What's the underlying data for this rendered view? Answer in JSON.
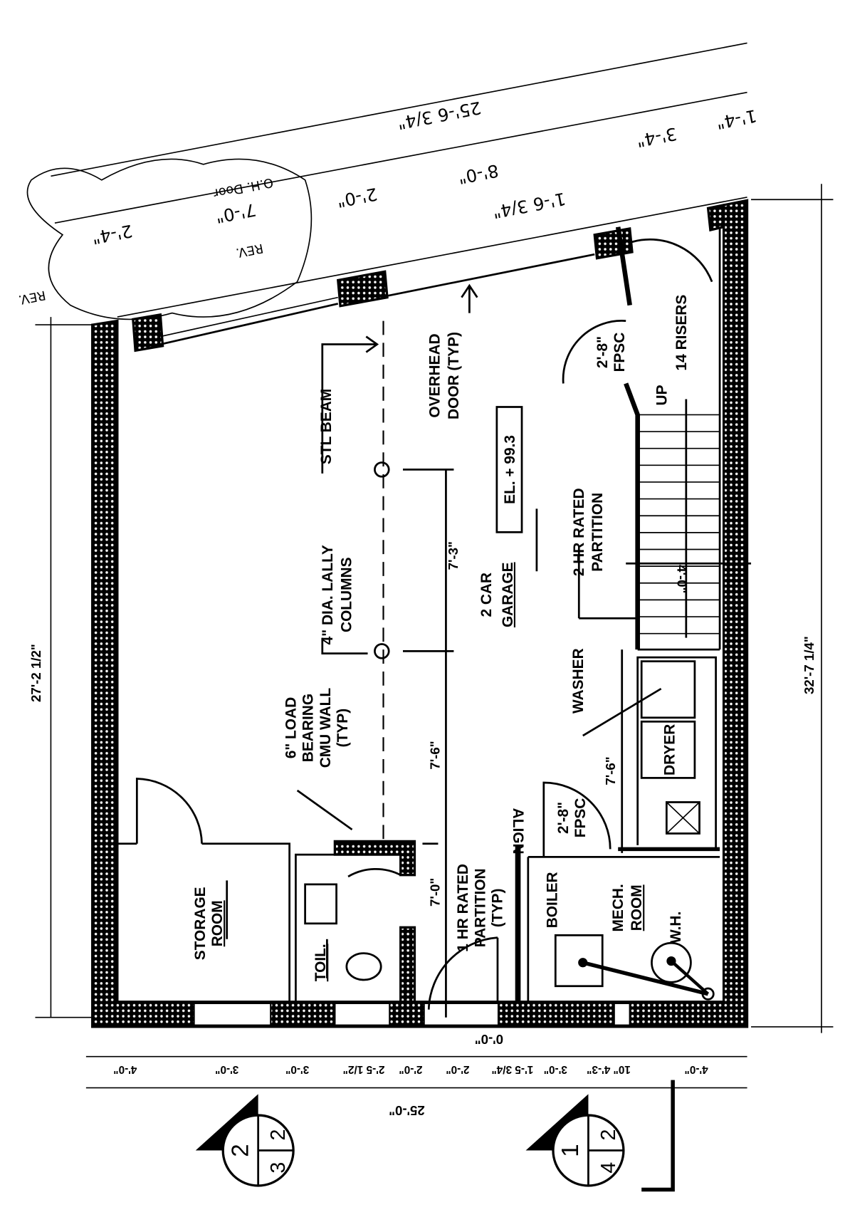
{
  "labels": {
    "stl_beam": "STL BEAM",
    "overhead_door_1": "OVERHEAD",
    "overhead_door_2": "DOOR (TYP)",
    "lally_1": "4\" DIA. LALLY",
    "lally_2": "COLUMNS",
    "elevation": "EL. + 99.3",
    "garage_1": "2 CAR",
    "garage_2": "GARAGE",
    "two_hr_1": "2 HR RATED",
    "two_hr_2": "PARTITION",
    "up": "UP",
    "risers": "14  RISERS",
    "fpsc_top_1": "2'-8\"",
    "fpsc_top_2": "FPSC",
    "washer": "WASHER",
    "dryer": "DRYER",
    "cmu_1": "6\" LOAD",
    "cmu_2": "BEARING",
    "cmu_3": "CMU WALL",
    "cmu_4": "(TYP)",
    "storage_1": "STORAGE",
    "storage_2": "ROOM",
    "toilet": "TOIL.",
    "one_hr_1": "1 HR RATED",
    "one_hr_2": "PARTITION",
    "one_hr_3": "(TYP)",
    "align": "ALIGN",
    "fpsc_bot_1": "2'-8\"",
    "fpsc_bot_2": "FPSC",
    "boiler": "BOILER",
    "mech_1": "MECH.",
    "mech_2": "ROOM",
    "wh": "W.H."
  },
  "dimensions": {
    "left_overall": "27'-2 1/2\"",
    "right_overall": "32'-7 1/4\"",
    "bottom_overall": "25'-0\"",
    "beam_span_1": "7'-3\"",
    "beam_span_2": "7'-6\"",
    "stair_width": "4'-0\"",
    "laundry": "7'-6\"",
    "toilet_run": "7'-0\"",
    "bottom_small": "0'-0\"",
    "bottom_segments": [
      "4'-0\"",
      "3'-0\"",
      "3'-0\"",
      "2'-5 1/2\"",
      "2'-0\"",
      "2'-0\"",
      "1'-5 3/4\"",
      "3'-0\"",
      "4'-3\"",
      "10\"",
      "4'-0\""
    ],
    "top_overall": "25'-6 3/4\"",
    "top_segments": [
      "2'-4\"",
      "7'-0\"",
      "2'-0\"",
      "8'-0\"",
      "3'-4\"",
      "1'-4\""
    ],
    "top_oh_door": "O.H. Door",
    "top_rev_1": "REV.",
    "top_rev_2": "REV.",
    "top_extra": "1'-6 3/4\""
  },
  "section_markers": [
    {
      "top": "2",
      "left": "2",
      "right": "3"
    },
    {
      "top": "1",
      "left": "2",
      "right": "4"
    }
  ]
}
